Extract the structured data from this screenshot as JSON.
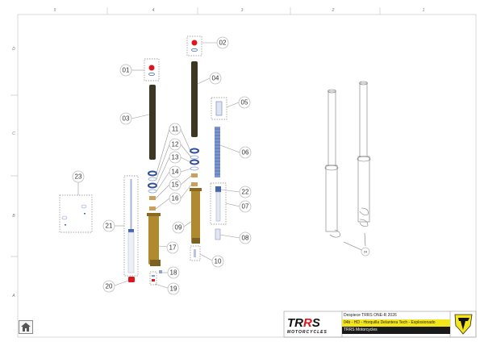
{
  "frame": {
    "columns": [
      "5",
      "4",
      "3",
      "2",
      "1"
    ],
    "rows": [
      "D",
      "C",
      "B",
      "A"
    ]
  },
  "callouts": {
    "c01": "01",
    "c02": "02",
    "c03": "03",
    "c04": "04",
    "c05": "05",
    "c06": "06",
    "c07": "07",
    "c08": "08",
    "c09": "09",
    "c10": "10",
    "c11": "11",
    "c12": "12",
    "c13": "13",
    "c14": "14",
    "c15": "15",
    "c16": "16",
    "c17": "17",
    "c18": "18",
    "c19": "19",
    "c20": "20",
    "c21": "21",
    "c22": "22",
    "c23": "23",
    "c24": "24"
  },
  "title_block": {
    "logo_text": "TRRS",
    "logo_subtext": "MOTORCYCLES",
    "line1": "Despiece TRRS ONE-R 2026",
    "line2": "04b - HD - Horquilla Delantera Tech - Explosionado",
    "line3": "TRRS Motorcycles"
  },
  "colors": {
    "tube": "#3d3620",
    "gold": "#b08a2e",
    "blue": "#2f4d9a",
    "red": "#e0151b",
    "highlight": "#f5e61c"
  },
  "icons": {
    "home": "home-icon"
  }
}
